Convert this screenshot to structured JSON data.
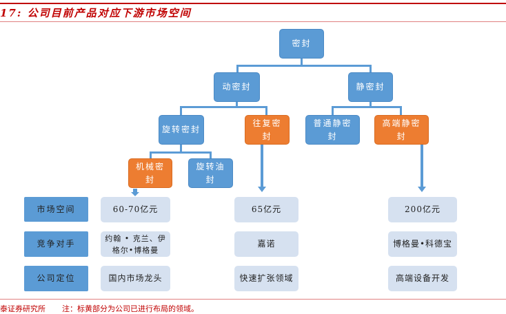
{
  "title": "17: 公司目前产品对应下游市场空间",
  "tree": {
    "root": "密封",
    "dynamic": "动密封",
    "static": "静密封",
    "rotary": "旋转密封",
    "reciprocating": "往复密封",
    "normal_static": "普通静密封",
    "high_end_static": "高端静密封",
    "mechanical": "机械密封",
    "oil_seal": "旋转油封"
  },
  "rows": [
    {
      "label": "市场空间",
      "values": [
        "60-70亿元",
        "65亿元",
        "200亿元"
      ]
    },
    {
      "label": "竞争对手",
      "values": [
        "约翰 • 克兰、伊格尔•博格曼",
        "嘉诺",
        "博格曼•科德宝"
      ]
    },
    {
      "label": "公司定位",
      "values": [
        "国内市场龙头",
        "快速扩张领域",
        "高端设备开发"
      ]
    }
  ],
  "footer": {
    "source": "泰证券研究所",
    "note": "注：标黄部分为公司已进行布局的领域。"
  },
  "colors": {
    "blue": "#5b9bd5",
    "orange": "#ed7d31",
    "light": "#d6e1f0",
    "red": "#c00000"
  }
}
